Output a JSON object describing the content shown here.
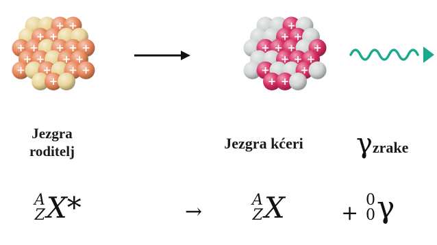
{
  "parent": {
    "label_line1": "Jezgra",
    "label_line2": "roditelj",
    "proton_sign": "+",
    "colors": {
      "neutron": "#ead69a",
      "proton": "#e8875a"
    }
  },
  "daughter": {
    "label": "Jezgra kćeri",
    "proton_sign": "+",
    "colors": {
      "neutron": "#d3d6d6",
      "proton": "#d62e62"
    }
  },
  "gamma": {
    "symbol": "γ",
    "label": "zrake",
    "wave_color": "#1aa98c"
  },
  "equation": {
    "parent_mass": "A",
    "parent_atomic": "Z",
    "parent_symbol": "X*",
    "arrow": "→",
    "daughter_mass": "A",
    "daughter_atomic": "Z",
    "daughter_symbol": "X",
    "plus": "+",
    "gamma_mass": "0",
    "gamma_atomic": "0",
    "gamma_symbol": "γ"
  }
}
